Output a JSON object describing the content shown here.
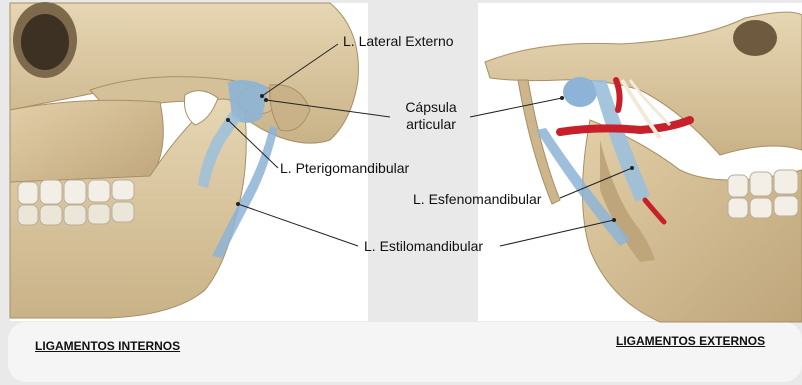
{
  "labels": {
    "lateral_externo": "L. Lateral Externo",
    "capsula_line1": "Cápsula",
    "capsula_line2": "articular",
    "pterigomandibular": "L. Pterigomandibular",
    "esfenomandibular": "L. Esfenomandibular",
    "estilomandibular": "L. Estilomandibular"
  },
  "captions": {
    "left": "LIGAMENTOS INTERNOS",
    "right": "LIGAMENTOS EXTERNOS"
  },
  "colors": {
    "bone": "#dcc9a3",
    "bone_shadow": "#b8a079",
    "ligament": "#8db4d6",
    "artery": "#c8202a",
    "background": "#e9e9e9",
    "panel_white": "#ffffff"
  }
}
